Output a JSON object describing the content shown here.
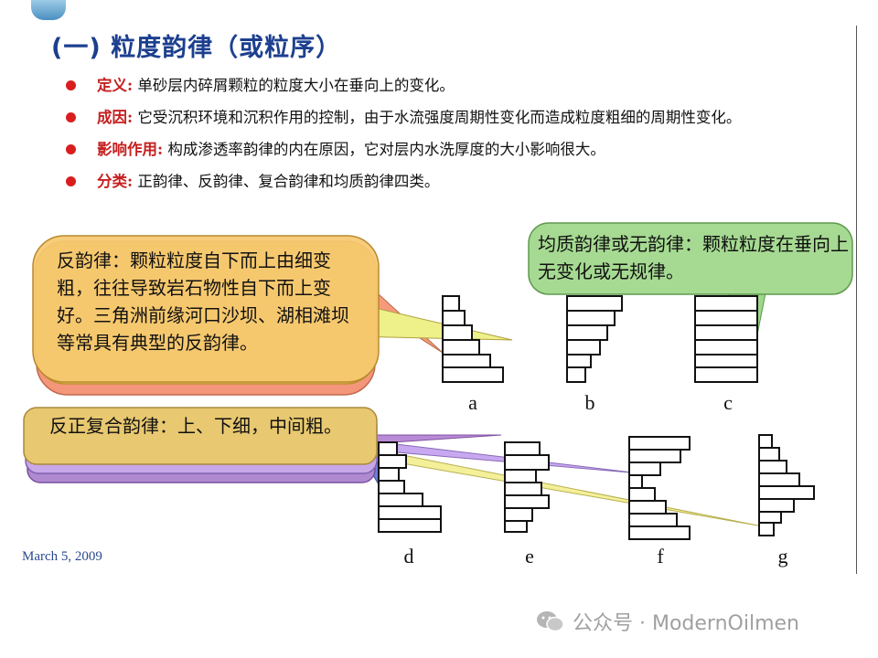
{
  "title": "(一) 粒度韵律（或粒序）",
  "bullets": [
    {
      "term": "定义:",
      "text": "单砂层内碎屑颗粒的粒度大小在垂向上的变化。"
    },
    {
      "term": "成因:",
      "text": "它受沉积环境和沉积作用的控制，由于水流强度周期性变化而造成粒度粗细的周期性变化。"
    },
    {
      "term": "影响作用:",
      "text": "构成渗透率韵律的内在原因，它对层内水洗厚度的大小影响很大。"
    },
    {
      "term": "分类:",
      "text": "正韵律、反韵律、复合韵律和均质韵律四类。"
    }
  ],
  "callouts": {
    "reverse": "反韵律：颗粒粒度自下而上由细变粗，往往导致岩石物性自下而上变好。三角洲前缘河口沙坝、湖相滩坝等常具有典型的反韵律。",
    "homogeneous": "均质韵律或无韵律：颗粒粒度在垂向上无变化或无规律。",
    "composite": "反正复合韵律：上、下细，中间粗。"
  },
  "diagram_labels": [
    "a",
    "b",
    "c",
    "d",
    "e",
    "f",
    "g"
  ],
  "footer_date": "March 5, 2009",
  "watermark": "公众号 · ModernOilmen",
  "colors": {
    "title": "#1c3f8f",
    "bullet_dot": "#d81e1e",
    "term": "#c62020"
  }
}
